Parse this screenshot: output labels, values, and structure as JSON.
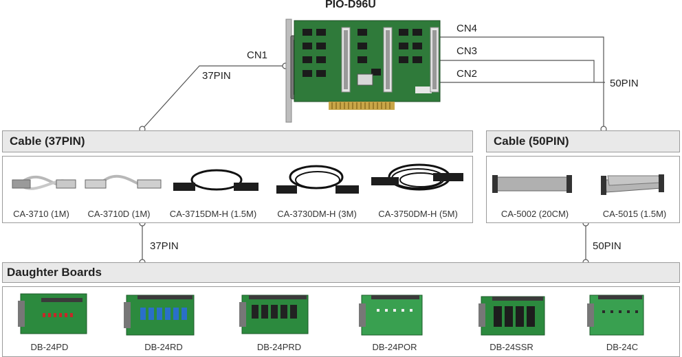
{
  "product_title": "PIO-D96U",
  "connectors": {
    "cn1": "CN1",
    "cn2": "CN2",
    "cn3": "CN3",
    "cn4": "CN4"
  },
  "pin_labels": {
    "card_37pin": "37PIN",
    "card_50pin": "50PIN",
    "cable_37pin": "37PIN",
    "cable_50pin": "50PIN"
  },
  "sections": {
    "cable_37": "Cable (37PIN)",
    "cable_50": "Cable (50PIN)",
    "daughter": "Daughter Boards"
  },
  "cables_37": [
    {
      "label": "CA-3710 (1M)"
    },
    {
      "label": "CA-3710D (1M)"
    },
    {
      "label": "CA-3715DM-H (1.5M)"
    },
    {
      "label": "CA-3730DM-H (3M)"
    },
    {
      "label": "CA-3750DM-H (5M)"
    }
  ],
  "cables_50": [
    {
      "label": "CA-5002 (20CM)"
    },
    {
      "label": "CA-5015 (1.5M)"
    }
  ],
  "boards": [
    {
      "label": "DB-24PD"
    },
    {
      "label": "DB-24RD"
    },
    {
      "label": "DB-24PRD"
    },
    {
      "label": "DB-24POR"
    },
    {
      "label": "DB-24SSR"
    },
    {
      "label": "DB-24C"
    }
  ]
}
